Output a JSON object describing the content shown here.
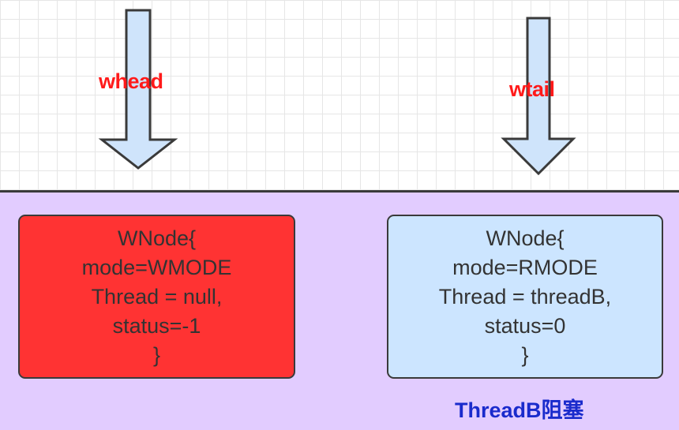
{
  "pointers": {
    "head": {
      "label": "whead"
    },
    "tail": {
      "label": "wtail"
    }
  },
  "nodes": [
    {
      "lines": [
        "WNode{",
        "mode=WMODE",
        "Thread = null,",
        "status=-1",
        "}"
      ],
      "fill": "#ff3333"
    },
    {
      "lines": [
        "WNode{",
        "mode=RMODE",
        "Thread = threadB,",
        "status=0",
        "}"
      ],
      "fill": "#cce5ff"
    }
  ],
  "annotation": {
    "blocked": "ThreadB阻塞"
  },
  "colors": {
    "pointer_text": "#ff1a1a",
    "arrow_fill": "#cfe4fb",
    "arrow_stroke": "#3a3a3a",
    "queue_background": "#e2ccff",
    "annotation_text": "#1a2bcc"
  }
}
